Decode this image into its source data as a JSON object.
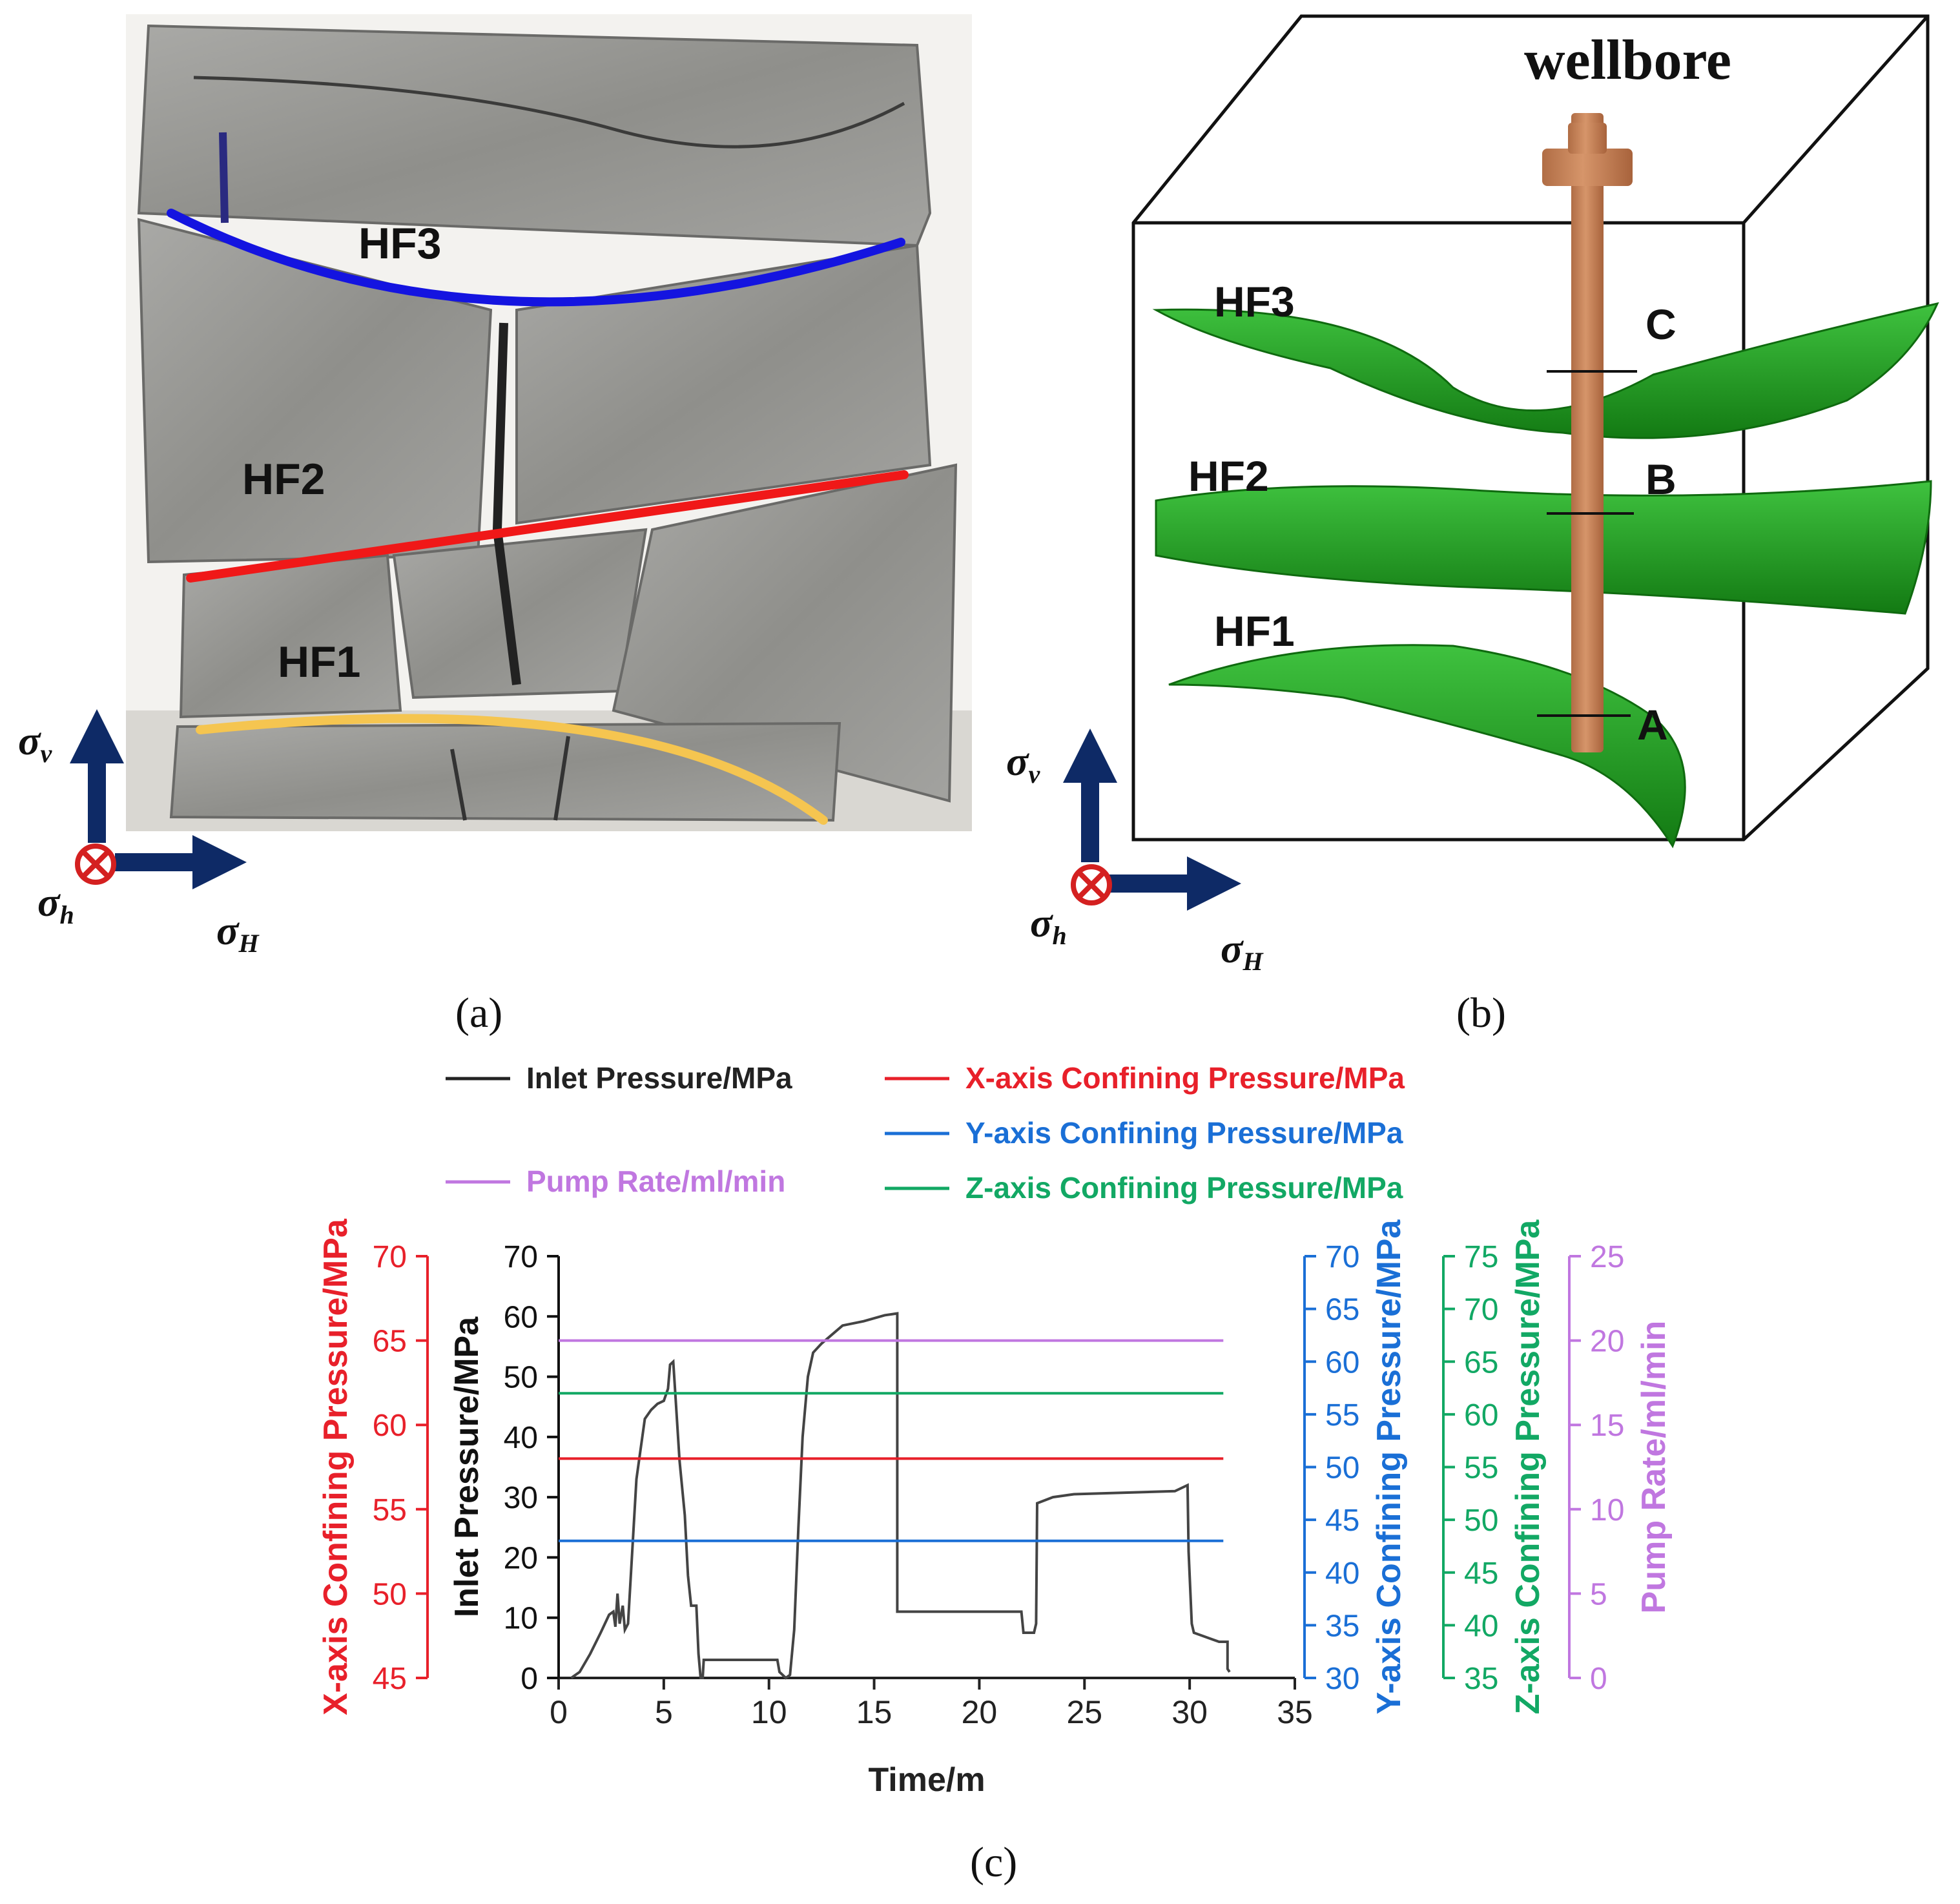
{
  "panels": {
    "a": {
      "caption": "(a)",
      "fracture_labels": [
        "HF3",
        "HF2",
        "HF1"
      ],
      "fracture_colors": [
        "#1414e0",
        "#f01818",
        "#f5c550"
      ]
    },
    "b": {
      "caption": "(b)",
      "wellbore_label": "wellbore",
      "fracture_labels": [
        "HF3",
        "HF2",
        "HF1"
      ],
      "point_labels": [
        "C",
        "B",
        "A"
      ],
      "fracture_color": "#22a322",
      "wellbore_color": "#c8845a"
    },
    "c": {
      "caption": "(c)"
    }
  },
  "stress_axes": {
    "vertical": "σ",
    "vertical_sub": "v",
    "max_horizontal": "σ",
    "max_horizontal_sub": "H",
    "min_horizontal": "σ",
    "min_horizontal_sub": "h",
    "arrow_color": "#0e2a66",
    "out_of_plane_color": "#d42020"
  },
  "chart_data": {
    "type": "line",
    "xlabel": "Time/m",
    "xlim": [
      0,
      35
    ],
    "xticks": [
      0,
      5,
      10,
      15,
      20,
      25,
      30,
      35
    ],
    "legend": [
      {
        "label": "Inlet Pressure/MPa",
        "color": "#222222"
      },
      {
        "label": "X-axis Confining Pressure/MPa",
        "color": "#e8202a"
      },
      {
        "label": "Y-axis Confining Pressure/MPa",
        "color": "#1a6fd6"
      },
      {
        "label": "Pump Rate/ml/min",
        "color": "#c077e0"
      },
      {
        "label": "Z-axis Confining Pressure/MPa",
        "color": "#12a864"
      }
    ],
    "axes": [
      {
        "id": "x_conf",
        "label": "X-axis Confining Pressure/MPa",
        "color": "#e8202a",
        "ylim": [
          45,
          70
        ],
        "ticks": [
          45,
          50,
          55,
          60,
          65,
          70
        ]
      },
      {
        "id": "inlet",
        "label": "Inlet Pressure/MPa",
        "color": "#111111",
        "ylim": [
          0,
          70
        ],
        "ticks": [
          0,
          10,
          20,
          30,
          40,
          50,
          60,
          70
        ]
      },
      {
        "id": "y_conf",
        "label": "Y-axis Confining Pressure/MPa",
        "color": "#1a6fd6",
        "ylim": [
          30,
          70
        ],
        "ticks": [
          30,
          35,
          40,
          45,
          50,
          55,
          60,
          65,
          70
        ]
      },
      {
        "id": "z_conf",
        "label": "Z-axis Confining Pressure/MPa",
        "color": "#12a864",
        "ylim": [
          35,
          75
        ],
        "ticks": [
          35,
          40,
          45,
          50,
          55,
          60,
          65,
          70,
          75
        ]
      },
      {
        "id": "pump",
        "label": "Pump Rate/ml/min",
        "color": "#c077e0",
        "ylim": [
          0,
          25
        ],
        "ticks": [
          0,
          5,
          10,
          15,
          20,
          25
        ]
      }
    ],
    "series": [
      {
        "name": "Inlet Pressure/MPa",
        "axis": "inlet",
        "color": "#444444",
        "points": [
          [
            0.6,
            0
          ],
          [
            1.0,
            1
          ],
          [
            1.5,
            4
          ],
          [
            2.0,
            7.5
          ],
          [
            2.4,
            10.5
          ],
          [
            2.6,
            11
          ],
          [
            2.7,
            8.5
          ],
          [
            2.8,
            14
          ],
          [
            2.9,
            9
          ],
          [
            3.05,
            12
          ],
          [
            3.15,
            8
          ],
          [
            3.3,
            9
          ],
          [
            3.5,
            21
          ],
          [
            3.7,
            33
          ],
          [
            3.9,
            38
          ],
          [
            4.1,
            43
          ],
          [
            4.4,
            44.5
          ],
          [
            4.7,
            45.5
          ],
          [
            5.0,
            46
          ],
          [
            5.2,
            48
          ],
          [
            5.3,
            52
          ],
          [
            5.45,
            52.5
          ],
          [
            5.55,
            47
          ],
          [
            5.75,
            36
          ],
          [
            6.0,
            27
          ],
          [
            6.15,
            17
          ],
          [
            6.3,
            12
          ],
          [
            6.55,
            12
          ],
          [
            6.65,
            4
          ],
          [
            6.75,
            0
          ],
          [
            6.85,
            0
          ],
          [
            6.9,
            3
          ],
          [
            10.4,
            3
          ],
          [
            10.5,
            1
          ],
          [
            10.8,
            0
          ],
          [
            11.0,
            0.5
          ],
          [
            11.2,
            8
          ],
          [
            11.4,
            25
          ],
          [
            11.6,
            40
          ],
          [
            11.85,
            50
          ],
          [
            12.1,
            54
          ],
          [
            12.5,
            55.5
          ],
          [
            13,
            57
          ],
          [
            13.5,
            58.5
          ],
          [
            14.5,
            59.2
          ],
          [
            15.5,
            60.2
          ],
          [
            16.1,
            60.5
          ],
          [
            16.1,
            11
          ],
          [
            22.0,
            11
          ],
          [
            22.1,
            7.5
          ],
          [
            22.6,
            7.5
          ],
          [
            22.7,
            9
          ],
          [
            22.75,
            29
          ],
          [
            23.5,
            30
          ],
          [
            24.5,
            30.5
          ],
          [
            29.3,
            31
          ],
          [
            29.9,
            32
          ],
          [
            29.95,
            21
          ],
          [
            30.1,
            9
          ],
          [
            30.2,
            7.5
          ],
          [
            31.0,
            6.5
          ],
          [
            31.4,
            6
          ],
          [
            31.8,
            6
          ],
          [
            31.8,
            1.5
          ],
          [
            31.9,
            1
          ]
        ]
      },
      {
        "name": "X-axis Confining Pressure/MPa",
        "axis": "x_conf",
        "color": "#e8202a",
        "x": [
          0,
          31.6
        ],
        "y": [
          58,
          58
        ]
      },
      {
        "name": "Y-axis Confining Pressure/MPa",
        "axis": "y_conf",
        "color": "#1a6fd6",
        "x": [
          0,
          31.6
        ],
        "y": [
          43,
          43
        ]
      },
      {
        "name": "Z-axis Confining Pressure/MPa",
        "axis": "z_conf",
        "color": "#12a864",
        "x": [
          0,
          31.6
        ],
        "y": [
          62,
          62
        ]
      },
      {
        "name": "Pump Rate/ml/min",
        "axis": "pump",
        "color": "#c077e0",
        "x": [
          0,
          31.6
        ],
        "y": [
          20,
          20
        ]
      }
    ]
  }
}
